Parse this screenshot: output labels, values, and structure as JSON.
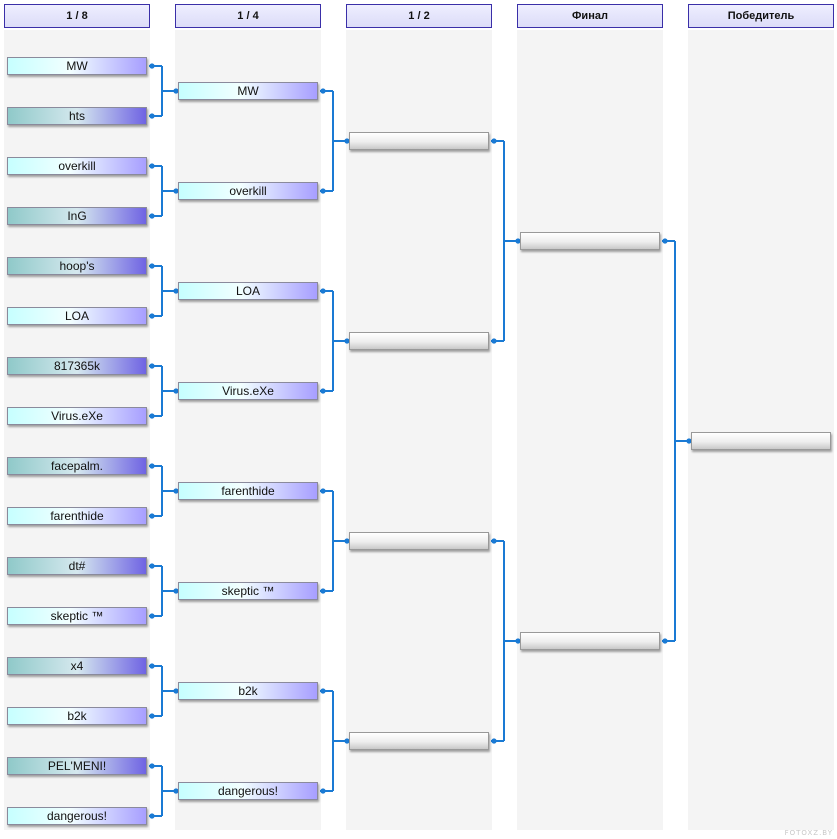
{
  "rounds": {
    "r16": "1 / 8",
    "qf": "1 / 4",
    "sf": "1 / 2",
    "final": "Финал",
    "winner": "Победитель"
  },
  "r16_teams": [
    "MW",
    "hts",
    "overkill",
    "InG",
    "hoop's",
    "LOA",
    "817365k",
    "Virus.eXe",
    "facepalm.",
    "farenthide",
    "dt#",
    "skeptic ™",
    "x4",
    "b2k",
    "PEL'MENI!",
    "dangerous!"
  ],
  "qf_teams": [
    "MW",
    "overkill",
    "LOA",
    "Virus.eXe",
    "farenthide",
    "skeptic ™",
    "b2k",
    "dangerous!"
  ],
  "sf_teams": [
    "",
    "",
    "",
    ""
  ],
  "final_teams": [
    "",
    ""
  ],
  "winner_team": "",
  "watermark": "FOTOXZ.BY",
  "colors": {
    "connector": "#1a7ad4",
    "header_border": "#3a2fa8"
  }
}
